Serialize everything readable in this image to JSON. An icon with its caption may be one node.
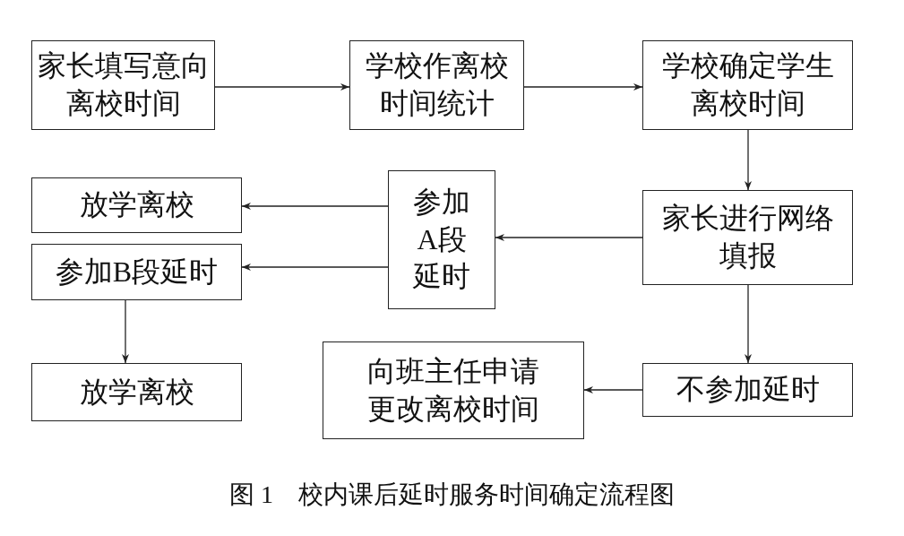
{
  "diagram": {
    "caption": "图 1　校内课后延时服务时间确定流程图",
    "nodes": [
      {
        "text": [
          "家长填写意向离校时间"
        ]
      },
      {
        "text": [
          "学校作离校时间统计"
        ]
      },
      {
        "text": [
          "学校确定学生离校时间"
        ]
      },
      {
        "text": [
          "家长进行网络填报"
        ]
      },
      {
        "text": [
          "参加A段延时"
        ]
      },
      {
        "text": [
          "放学离校"
        ]
      },
      {
        "text": [
          "参加B段延时"
        ]
      },
      {
        "text": [
          "放学离校"
        ]
      },
      {
        "text": [
          "不参加延时"
        ]
      },
      {
        "text": [
          "向班主任申请更改离校时间"
        ]
      }
    ],
    "edges": [
      {
        "from": 0,
        "to": 1,
        "arrow": "to"
      },
      {
        "from": 1,
        "to": 2,
        "arrow": "to"
      },
      {
        "from": 2,
        "to": 3,
        "arrow": "to"
      },
      {
        "from": 3,
        "to": 4,
        "arrow": "to"
      },
      {
        "from": 4,
        "to": 5,
        "arrow": "to"
      },
      {
        "from": 4,
        "to": 6,
        "arrow": "to"
      },
      {
        "from": 6,
        "to": 7,
        "arrow": "to"
      },
      {
        "from": 3,
        "to": 8,
        "arrow": "to"
      },
      {
        "from": 8,
        "to": 9,
        "arrow": "to"
      }
    ]
  }
}
